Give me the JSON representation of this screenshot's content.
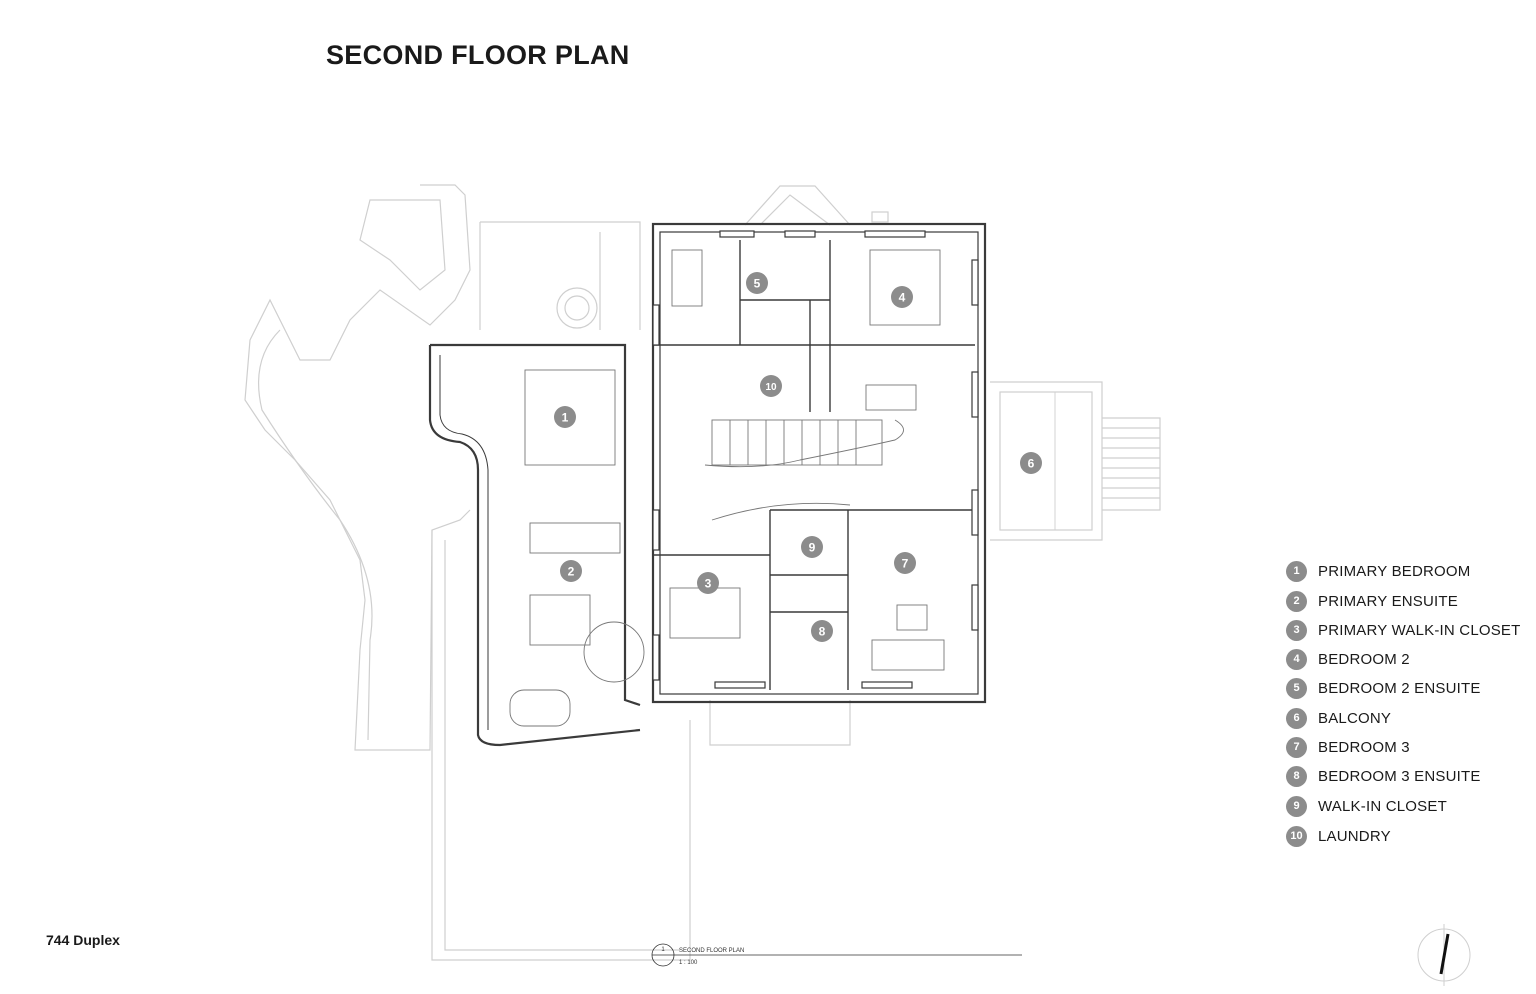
{
  "title": "SECOND FLOOR PLAN",
  "project": "744 Duplex",
  "drawing_ref": {
    "number": "1",
    "name": "SECOND FLOOR PLAN",
    "scale": "1 : 100"
  },
  "legend": [
    {
      "num": "1",
      "label": "PRIMARY BEDROOM"
    },
    {
      "num": "2",
      "label": "PRIMARY ENSUITE"
    },
    {
      "num": "3",
      "label": "PRIMARY WALK-IN CLOSET"
    },
    {
      "num": "4",
      "label": "BEDROOM 2"
    },
    {
      "num": "5",
      "label": "BEDROOM 2 ENSUITE"
    },
    {
      "num": "6",
      "label": "BALCONY"
    },
    {
      "num": "7",
      "label": "BEDROOM 3"
    },
    {
      "num": "8",
      "label": "BEDROOM 3 ENSUITE"
    },
    {
      "num": "9",
      "label": "WALK-IN CLOSET"
    },
    {
      "num": "10",
      "label": "LAUNDRY"
    }
  ],
  "rooms": {
    "r1": "1",
    "r2": "2",
    "r3": "3",
    "r4": "4",
    "r5": "5",
    "r6": "6",
    "r7": "7",
    "r8": "8",
    "r9": "9",
    "r10": "10"
  },
  "colors": {
    "marker_fill": "#8c8c8c",
    "wall": "#3a3a3a",
    "context_line": "#c8c8c8"
  }
}
